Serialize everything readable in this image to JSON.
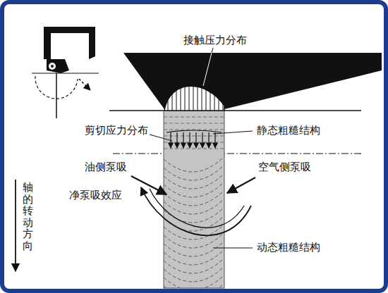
{
  "diagram": {
    "labels": [
      "接触压力分布",
      "剪切应力分布",
      "静态粗糙结构",
      "油侧泵吸",
      "空气侧泵吸",
      "净泵吸效应",
      "动态粗糙结构",
      "轴的转动方向"
    ]
  }
}
